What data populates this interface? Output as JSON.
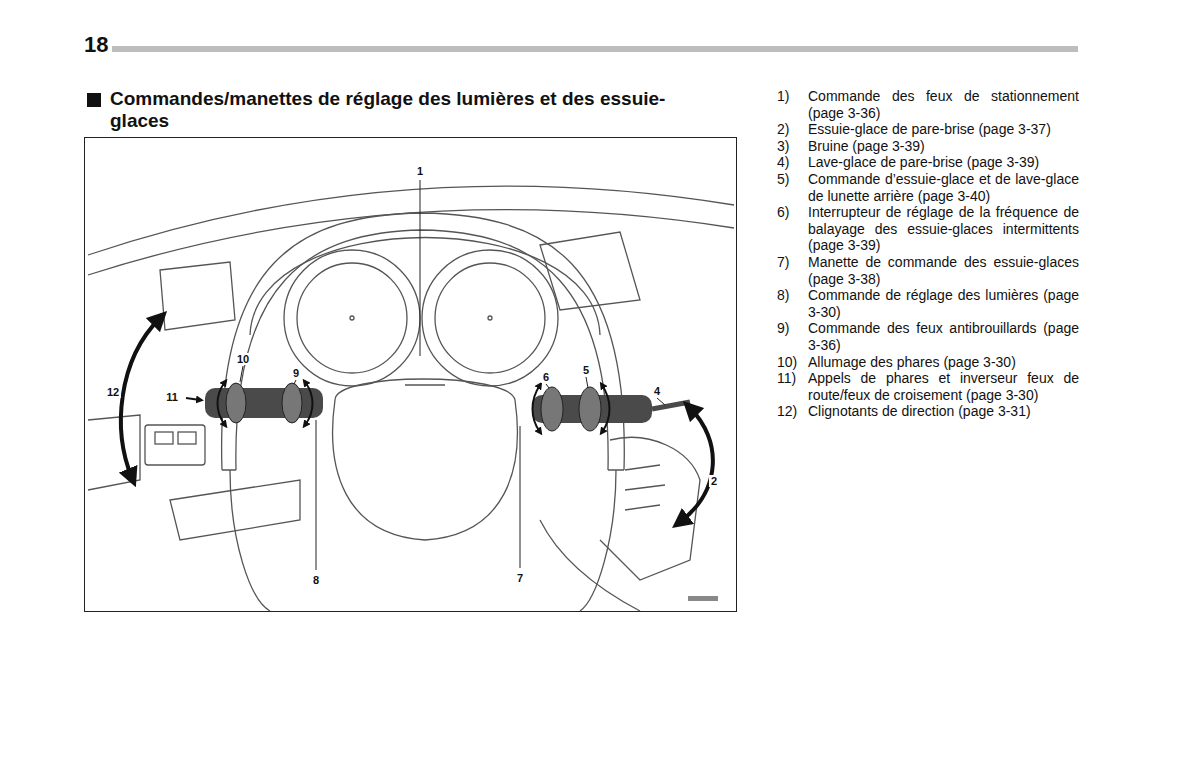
{
  "diagram": {
    "title": "Commandes/manettes de réglage des lumières et des essuie-glaces",
    "labels": [
      "18",
      "1)",
      "Commande des feux de stationnement (page 3-36)",
      "2)",
      "Essuie-glace de pare-brise (page 3-37)",
      "3)",
      "Bruine (page 3-39)",
      "4)",
      "Lave-glace de pare-brise (page 3-39)",
      "5)",
      "Commande d’essuie-glace et de lave-glace de lunette arrière (page 3-40)",
      "6)",
      "Interrupteur de réglage de la fréquence de balayage des essuie-glaces intermittents (page 3-39)",
      "7)",
      "Manette de commande des essuie-glaces (page 3-38)",
      "8)",
      "Commande de réglage des lumières (page 3-30)",
      "9)",
      "Commande des feux antibrouillards (page 3-36)",
      "10)",
      "Allumage des phares (page 3-30)",
      "11)",
      "Appels de phares et inverseur feux de route/feux de croisement (page 3-30)",
      "12)",
      "Clignotants de direction (page 3-31)",
      "1",
      "10",
      "9",
      "6",
      "5",
      "12",
      "11",
      "4",
      "2",
      "8",
      "7"
    ]
  }
}
